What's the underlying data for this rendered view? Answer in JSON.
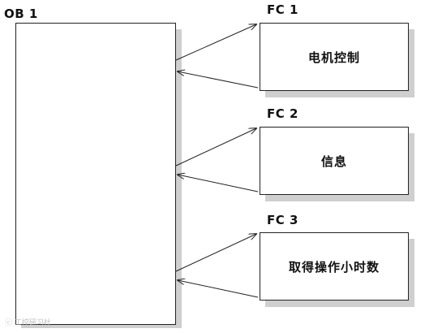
{
  "ob": {
    "label": "OB 1"
  },
  "functions": [
    {
      "label": "FC 1",
      "text": "电机控制"
    },
    {
      "label": "FC 2",
      "text": "信息"
    },
    {
      "label": "FC 3",
      "text": "取得操作小时数"
    }
  ],
  "watermark": {
    "text": "ⓒ 工控研习社"
  },
  "colors": {
    "line": "#222222",
    "shadow": "#cfcfcf",
    "text": "#111111"
  }
}
